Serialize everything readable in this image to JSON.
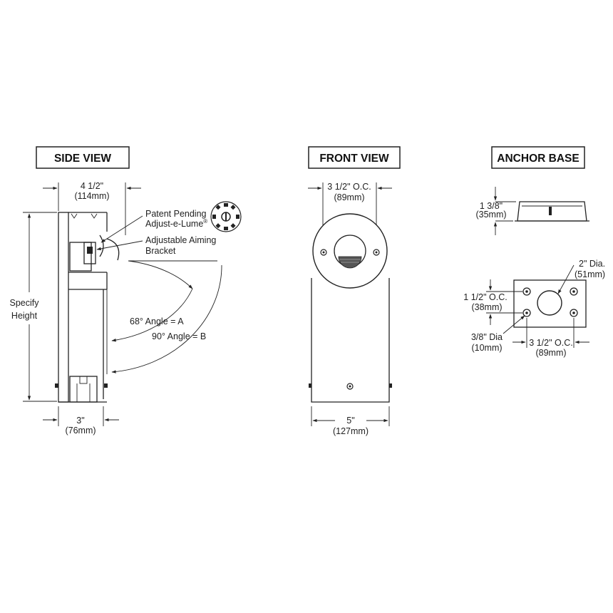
{
  "side_view": {
    "title": "SIDE VIEW",
    "dim_top": "4 1/2\"",
    "dim_top_metric": "(114mm)",
    "height_line1": "Specify",
    "height_line2": "Height",
    "dim_bottom": "3\"",
    "dim_bottom_metric": "(76mm)",
    "callout_patent_line1": "Patent Pending",
    "callout_patent_line2": "Adjust-e-Lume",
    "callout_patent_reg": "®",
    "callout_bracket_line1": "Adjustable Aiming",
    "callout_bracket_line2": "Bracket",
    "angle_a": "68° Angle = A",
    "angle_b": "90° Angle = B"
  },
  "front_view": {
    "title": "FRONT VIEW",
    "dim_top": "3 1/2\" O.C.",
    "dim_top_metric": "(89mm)",
    "dim_bottom": "5\"",
    "dim_bottom_metric": "(127mm)"
  },
  "anchor_base": {
    "title": "ANCHOR BASE",
    "dim_height": "1 3/8\"",
    "dim_height_metric": "(35mm)",
    "dim_dia": "2\" Dia.",
    "dim_dia_metric": "(51mm)",
    "dim_oc_vertical": "1 1/2\" O.C.",
    "dim_oc_vertical_metric": "(38mm)",
    "dim_hole": "3/8\" Dia",
    "dim_hole_metric": "(10mm)",
    "dim_oc_horizontal": "3 1/2\" O.C.",
    "dim_oc_horizontal_metric": "(89mm)"
  }
}
